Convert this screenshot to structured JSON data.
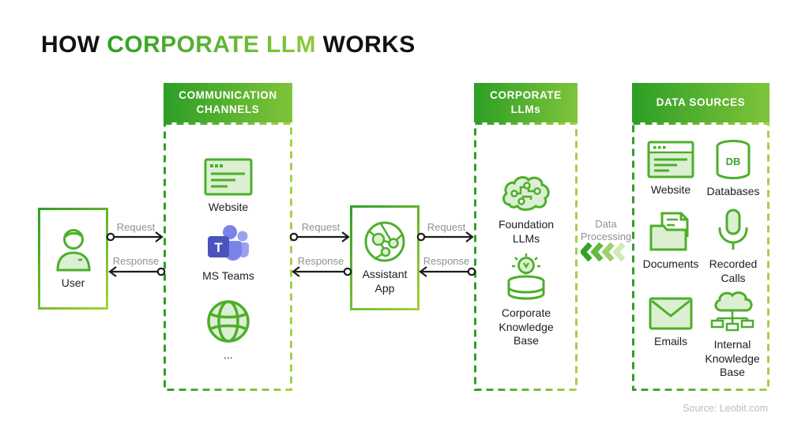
{
  "title": {
    "pre": "HOW",
    "highlight": "CORPORATE LLM",
    "post": "WORKS"
  },
  "colors": {
    "green_dark": "#2d9e26",
    "green": "#4caf2a",
    "green_light": "#8fc93c",
    "icon_fill": "#dcefd2",
    "teams_purple": "#4b53bc",
    "teams_light": "#7b83eb",
    "flow_label_gray": "#8f9292",
    "chevrons": [
      "#33a12a",
      "#63b93c",
      "#9ed06a",
      "#cfe9b4"
    ]
  },
  "nodes": {
    "user": {
      "label": "User"
    },
    "assistant": {
      "label": "Assistant App"
    }
  },
  "sections": {
    "communication": {
      "header": "COMMUNICATION CHANNELS",
      "items": [
        {
          "label": "Website"
        },
        {
          "label": "MS Teams"
        },
        {
          "label": "..."
        }
      ]
    },
    "corporate": {
      "header": "CORPORATE LLMs",
      "items": [
        {
          "label": "Foundation LLMs"
        },
        {
          "label": "Corporate Knowledge Base"
        }
      ]
    },
    "data_sources": {
      "header": "DATA SOURCES",
      "items": [
        {
          "label": "Website"
        },
        {
          "label": "Databases"
        },
        {
          "label": "Documents"
        },
        {
          "label": "Recorded Calls"
        },
        {
          "label": "Emails"
        },
        {
          "label": "Internal Knowledge Base"
        }
      ]
    }
  },
  "icons": {
    "teams_letter": "T",
    "db_letter": "DB"
  },
  "flows": {
    "request": "Request",
    "response": "Response",
    "data_processing": "Data Processing"
  },
  "source": "Source: Leobit.com"
}
